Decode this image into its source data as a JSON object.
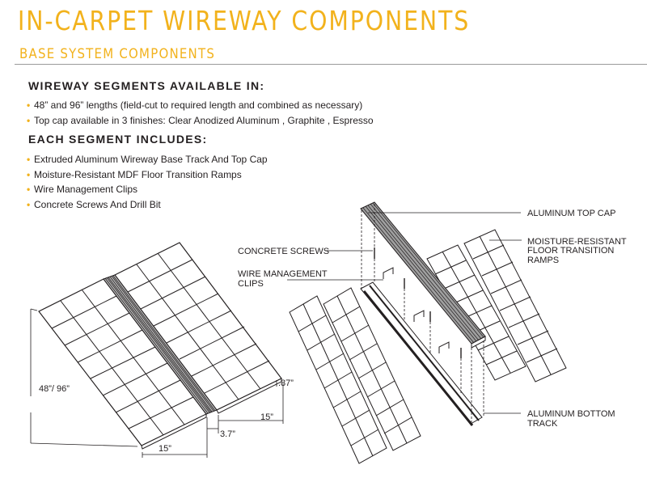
{
  "header": {
    "title": "IN-CARPET WIREWAY COMPONENTS",
    "subtitle": "BASE SYSTEM COMPONENTS"
  },
  "segments_available": {
    "heading": "WIREWAY SEGMENTS AVAILABLE IN:",
    "items": [
      "48” and 96” lengths (field-cut to required length and combined as necessary)",
      "Top cap available in 3 finishes: Clear Anodized Aluminum , Graphite , Espresso"
    ]
  },
  "segment_includes": {
    "heading": "EACH SEGMENT INCLUDES:",
    "items": [
      "Extruded Aluminum Wireway Base Track And Top Cap",
      "Moisture-Resistant MDF Floor Transition Ramps",
      "Wire Management Clips",
      "Concrete Screws And Drill Bit"
    ]
  },
  "assembled_dims": {
    "length": "48”/ 96”",
    "height": ".87”",
    "ramp_width_right": "15”",
    "ramp_width_left": "15”",
    "channel_width": "3.7”"
  },
  "exploded_labels": {
    "top_cap": "ALUMINUM TOP CAP",
    "ramps": [
      "MOISTURE-RESISTANT",
      "FLOOR TRANSITION",
      "RAMPS"
    ],
    "screws": "CONCRETE SCREWS",
    "clips": [
      "WIRE MANAGEMENT",
      "CLIPS"
    ],
    "bottom_track": [
      "ALUMINUM BOTTOM",
      "TRACK"
    ]
  },
  "colors": {
    "accent": "#f2b21c",
    "text": "#231f20"
  }
}
